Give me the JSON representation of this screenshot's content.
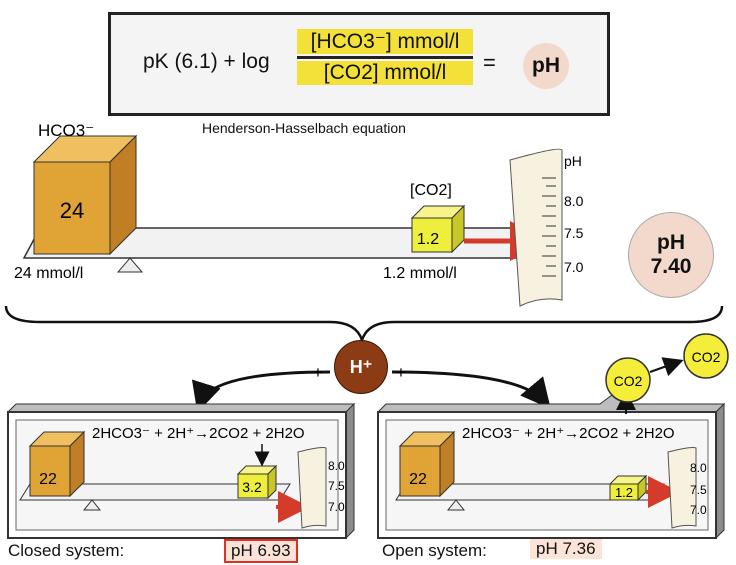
{
  "equation": {
    "left_text": "pK (6.1) + log",
    "numerator": "[HCO3⁻] mmol/l",
    "denominator": "[CO2] mmol/l",
    "equals": "=",
    "result": "pH",
    "caption": "Henderson-Hasselbach equation"
  },
  "top_balance": {
    "hco3_label": "HCO3⁻",
    "hco3_value": "24",
    "hco3_conc": "24 mmol/l",
    "co2_label": "[CO2]",
    "co2_value": "1.2",
    "co2_conc": "1.2 mmol/l",
    "scale_title": "pH",
    "scale_ticks": [
      "8.0",
      "7.5",
      "7.0"
    ],
    "ph_label": "pH",
    "ph_value": "7.40"
  },
  "proton": {
    "symbol": "H⁺",
    "left_sign": "+",
    "right_sign": "+"
  },
  "closed_system": {
    "reaction": "2HCO3⁻ + 2H⁺→2CO2 + 2H2O",
    "hco3_value": "22",
    "co2_value": "3.2",
    "scale_ticks": [
      "8.0",
      "7.5",
      "7.0"
    ],
    "label": "Closed system:",
    "ph": "pH 6.93"
  },
  "open_system": {
    "reaction": "2HCO3⁻ + 2H⁺→2CO2 + 2H2O",
    "hco3_value": "22",
    "co2_value": "1.2",
    "scale_ticks": [
      "8.0",
      "7.5",
      "7.0"
    ],
    "bubble_label": "CO2",
    "escaped_label": "CO2",
    "label": "Open system:",
    "ph": "pH 7.36"
  },
  "colors": {
    "hco3_box": "#e0a335",
    "co2_box": "#eeee3c",
    "arrow": "#d43b2a",
    "proton": "#8b3c14",
    "ph_bubble": "#f3d8cc",
    "frac_highlight": "#f3e13a"
  }
}
